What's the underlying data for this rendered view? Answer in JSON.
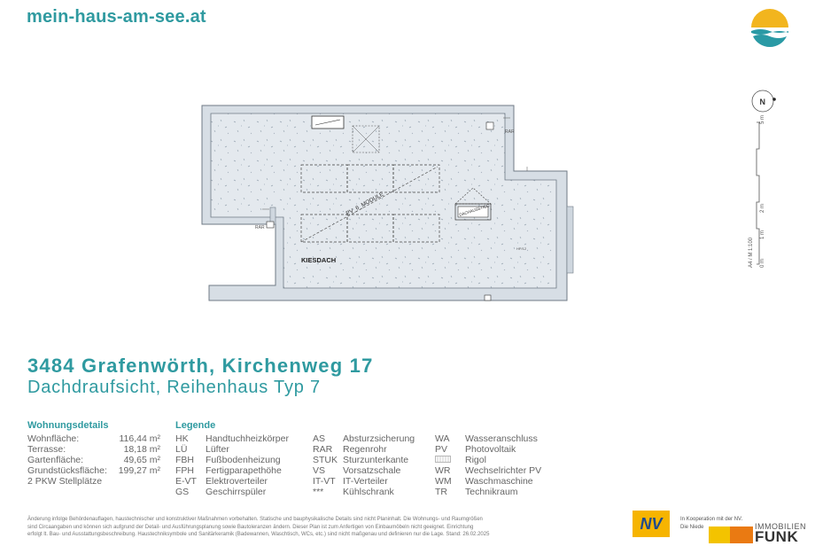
{
  "header": {
    "site_name": "mein-haus-am-see.at"
  },
  "plan": {
    "north_label": "N",
    "labels": {
      "pv_modules": "PV_6_MODULE",
      "gravel_roof": "KIESDACH",
      "skylight": "DACHAUSSTIEG",
      "rar_1": "RAR",
      "rar_2": "RAR",
      "hp_label": "HP/12"
    },
    "scale_labels": {
      "five_m": "5 m",
      "two_m": "2 m",
      "one_m": "1 m",
      "zero_m": "0 m",
      "scale": "A4 / M 1:100"
    }
  },
  "title": {
    "address": "3484 Grafenwörth, Kirchenweg 17",
    "subtitle": "Dachdraufsicht, Reihenhaus Typ 7"
  },
  "apartment_details": {
    "heading": "Wohnungsdetails",
    "rows": [
      {
        "label": "Wohnfläche:",
        "value": "116,44 m²"
      },
      {
        "label": "Terrasse:",
        "value": "18,18 m²"
      },
      {
        "label": "Gartenfläche:",
        "value": "49,65 m²"
      },
      {
        "label": "Grundstücksfläche:",
        "value": "199,27 m²"
      },
      {
        "label": "2 PKW Stellplätze",
        "value": ""
      }
    ]
  },
  "legend": {
    "heading": "Legende",
    "columns": [
      [
        {
          "abbr": "HK",
          "text": "Handtuchheizkörper"
        },
        {
          "abbr": "LÜ",
          "text": "Lüfter"
        },
        {
          "abbr": "FBH",
          "text": "Fußbodenheizung"
        },
        {
          "abbr": "FPH",
          "text": "Fertigparapethöhe"
        },
        {
          "abbr": "E-VT",
          "text": "Elektroverteiler"
        },
        {
          "abbr": "GS",
          "text": "Geschirrspüler"
        }
      ],
      [
        {
          "abbr": "AS",
          "text": "Absturzsicherung"
        },
        {
          "abbr": "RAR",
          "text": "Regenrohr"
        },
        {
          "abbr": "STUK",
          "text": "Sturzunterkante"
        },
        {
          "abbr": "VS",
          "text": "Vorsatzschale"
        },
        {
          "abbr": "IT-VT",
          "text": "IT-Verteiler"
        },
        {
          "abbr": "***",
          "text": "Kühlschrank"
        }
      ],
      [
        {
          "abbr": "WA",
          "text": "Wasseranschluss"
        },
        {
          "abbr": "PV",
          "text": "Photovoltaik"
        },
        {
          "abbr": "",
          "text": "Rigol"
        },
        {
          "abbr": "WR",
          "text": "Wechselrichter PV"
        },
        {
          "abbr": "WM",
          "text": "Waschmaschine"
        },
        {
          "abbr": "TR",
          "text": "Technikraum"
        }
      ]
    ]
  },
  "footer": {
    "disclaimer_1": "Änderung infolge Behördenauflagen, haustechnischer und konstruktiver Maßnahmen vorbehalten. Statische und bauphysikalische Details sind nicht Planinhalt. Die Wohnungs- und Raumgrößen",
    "disclaimer_2": "sind Circaangaben und können sich aufgrund der Detail- und Ausführungsplanung sowie Bautoleranzen ändern. Dieser Plan ist zum Anfertigen von Einbaumöbeln nicht geeignet. Einrichtung",
    "disclaimer_3": "erfolgt lt. Bau- und Ausstattungsbeschreibung. Haustechniksymbole und Sanitärkeramik (Badewannen, Waschtisch, WCs, etc.) sind nicht maßgenau und definieren nur die Lage. Stand: 26.02.2025",
    "nv_logo": "NV",
    "cooperation_1": "In Kooperation mit der NV.",
    "cooperation_2": "Die Niede",
    "funk_small": "IMMOBILIEN",
    "funk_big": "FUNK"
  }
}
